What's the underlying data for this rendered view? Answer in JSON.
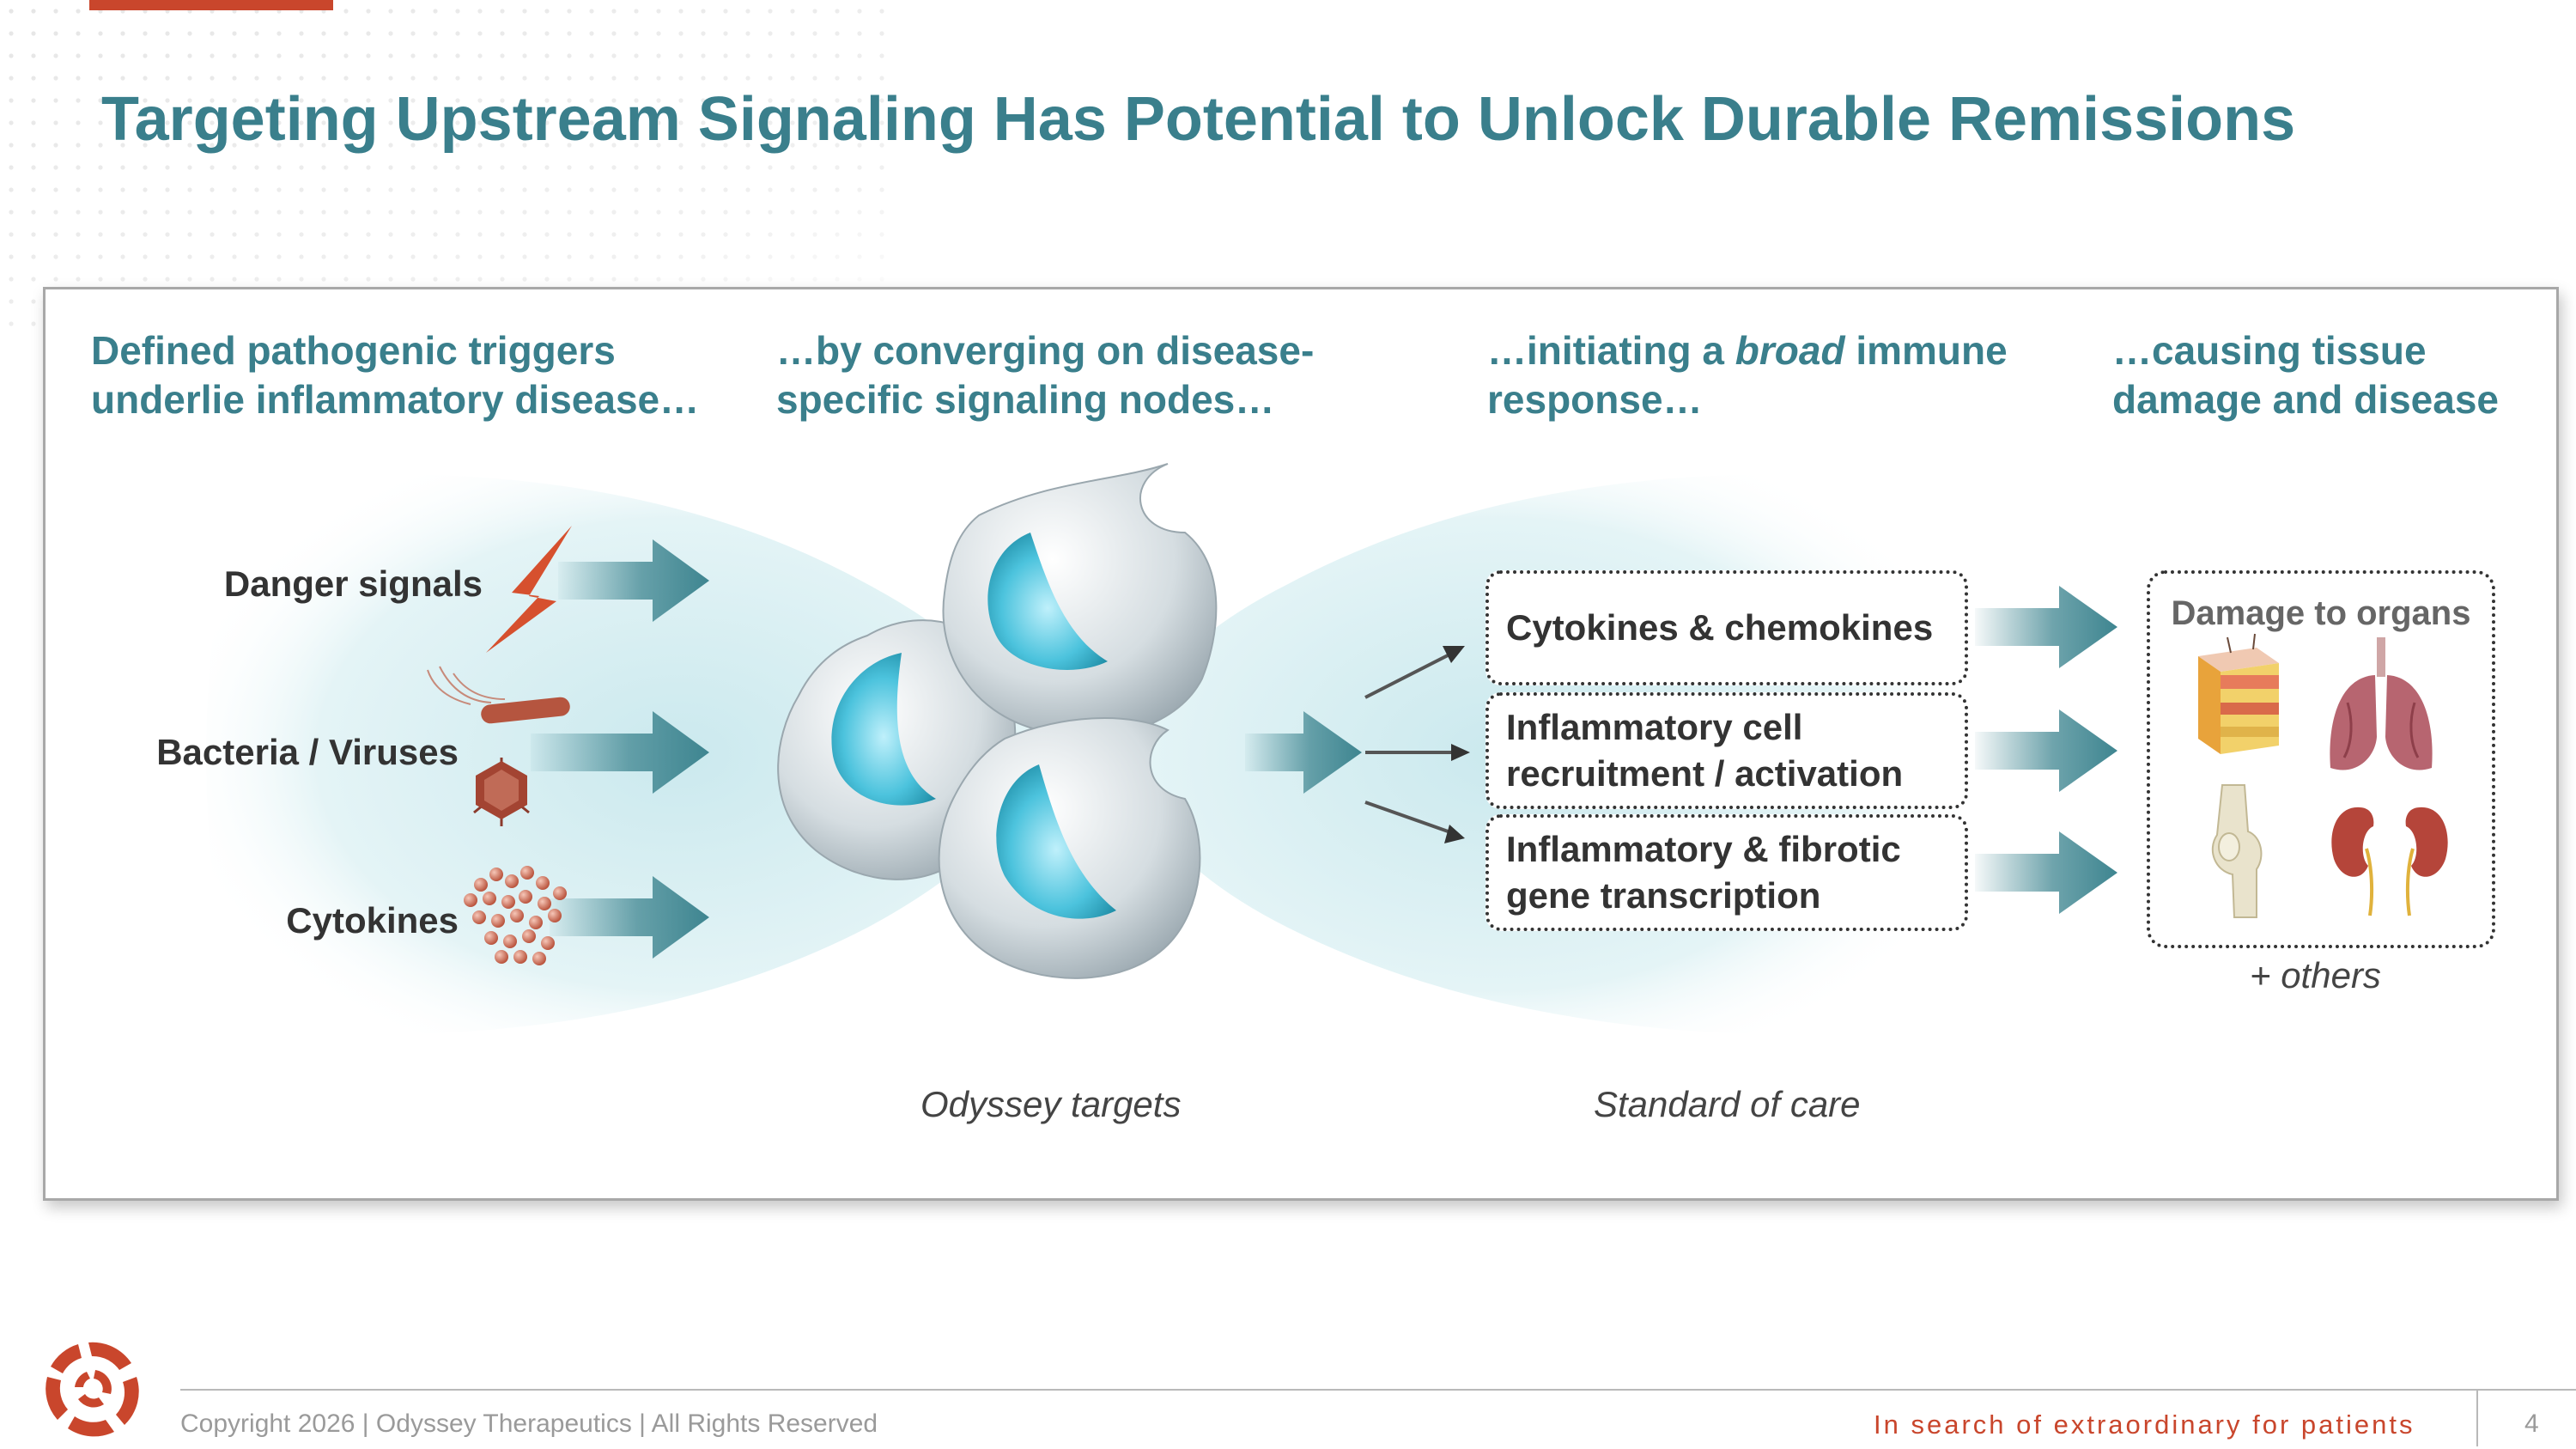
{
  "title": "Targeting Upstream Signaling Has Potential to Unlock Durable Remissions",
  "columns": {
    "triggers": {
      "line1": "Defined pathogenic triggers",
      "line2": "underlie inflammatory disease…"
    },
    "nodes": {
      "line1": "…by converging on disease-",
      "line2": "specific signaling nodes…"
    },
    "response": {
      "line1_pre": "…initiating a ",
      "line1_em": "broad",
      "line1_post": " immune",
      "line2": "response…"
    },
    "damage": {
      "line1": "…causing tissue",
      "line2": "damage and disease"
    }
  },
  "triggers": [
    {
      "label": "Danger signals",
      "icon": "lightning-bolt-icon"
    },
    {
      "label": "Bacteria / Viruses",
      "icon": "bacteria-virus-icon"
    },
    {
      "label": "Cytokines",
      "icon": "cytokine-particles-icon"
    }
  ],
  "responses": [
    {
      "line1": "Cytokines & chemokines",
      "line2": ""
    },
    {
      "line1": "Inflammatory cell",
      "line2": "recruitment / activation"
    },
    {
      "line1": "Inflammatory & fibrotic",
      "line2": "gene transcription"
    }
  ],
  "organs": {
    "title": "Damage to organs",
    "icons": [
      "skin-icon",
      "lungs-icon",
      "knee-joint-icon",
      "kidneys-icon"
    ],
    "others": "+ others"
  },
  "captions": {
    "odyssey": "Odyssey targets",
    "standard": "Standard of care"
  },
  "footer": {
    "copyright": "Copyright 2026  |  Odyssey Therapeutics  |  All Rights Reserved",
    "tagline": "In search of extraordinary for patients",
    "page": "4"
  },
  "colors": {
    "title": "#3a7f8c",
    "accent": "#c9462c",
    "arrow": "#3e8590",
    "text": "#333333"
  }
}
